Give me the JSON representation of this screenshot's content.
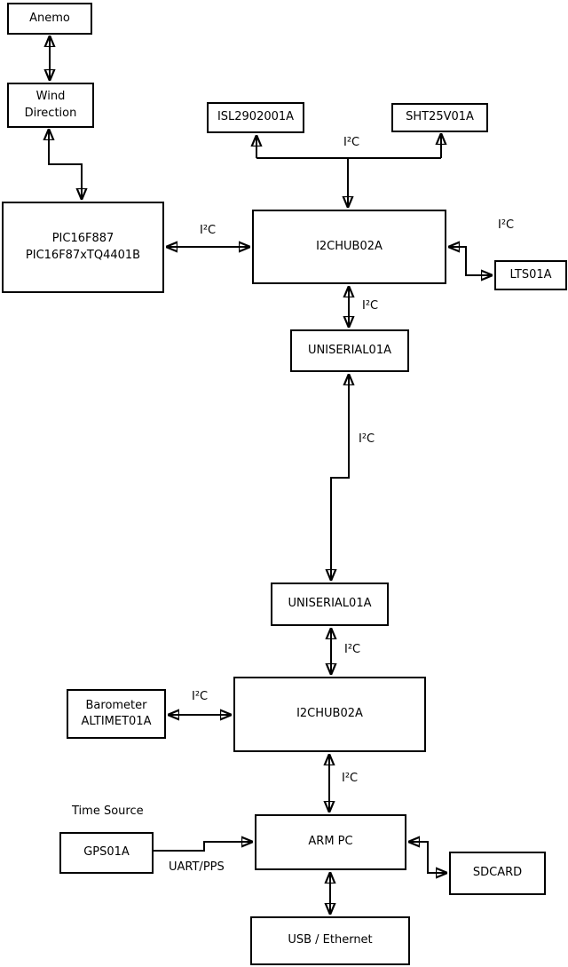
{
  "nodes": {
    "anemo": {
      "label": "Anemo"
    },
    "wind": {
      "label": "Wind\nDirection"
    },
    "pic": {
      "label": "PIC16F887\nPIC16F87xTQ4401B"
    },
    "isl": {
      "label": "ISL2902001A"
    },
    "sht": {
      "label": "SHT25V01A"
    },
    "hub1": {
      "label": "I2CHUB02A"
    },
    "lts": {
      "label": "LTS01A"
    },
    "uni1": {
      "label": "UNISERIAL01A"
    },
    "uni2": {
      "label": "UNISERIAL01A"
    },
    "hub2": {
      "label": "I2CHUB02A"
    },
    "baro": {
      "label": "Barometer\nALTIMET01A"
    },
    "gps": {
      "label": "GPS01A"
    },
    "arm": {
      "label": "ARM PC"
    },
    "sdcard": {
      "label": "SDCARD"
    },
    "usb": {
      "label": "USB / Ethernet"
    }
  },
  "edge_labels": {
    "i2c": "I²C",
    "uart_pps": "UART/PPS",
    "time_source": "Time Source"
  },
  "colors": {
    "stroke": "#000000",
    "background": "#ffffff"
  }
}
